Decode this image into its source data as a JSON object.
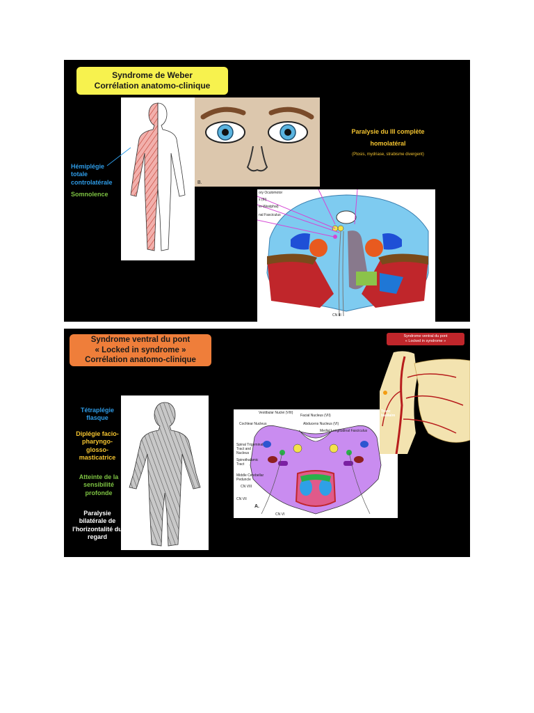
{
  "slide1": {
    "title_line1": "Syndrome  de Weber",
    "title_line2": "Corrélation anatomo-clinique",
    "hemiplegia_l1": "Hémiplégie",
    "hemiplegia_l2": "totale",
    "hemiplegia_l3": "controlatérale",
    "somnolence": "Somnolence",
    "paralysis_l1": "Paralysie du III complète",
    "paralysis_l2": "homolatéral",
    "paralysis_detail": "(Ptosis, mydriase, strabisme divergent)",
    "face_panel_label": "B.",
    "diagram_label1": "ory Oculomotor",
    "diagram_label2": "s (III)",
    "diagram_label3": "er-Westphal)",
    "diagram_label4": "nal Fasciculus",
    "diagram_label5": "CN III"
  },
  "slide2": {
    "title_line1": "Syndrome ventral du pont",
    "title_line2": "« Locked in syndrome »",
    "title_line3": "Corrélation anatomo-clinique",
    "tetraplegia_l1": "Tétraplégie",
    "tetraplegia_l2": "flasque",
    "diplegia_l1": "Diplégie facio-",
    "diplegia_l2": "pharyngo-",
    "diplegia_l3": "glosso-",
    "diplegia_l4": "masticatrice",
    "sensibility_l1": "Atteinte de la",
    "sensibility_l2": "sensibilité",
    "sensibility_l3": "profonde",
    "gaze_l1": "Paralysie",
    "gaze_l2": "bilatérale de",
    "gaze_l3": "l'horizontalité du",
    "gaze_l4": "regard",
    "inset_title_l1": "Syndrome ventral du pont",
    "inset_title_l2": "« Locked in syndrome »",
    "tronc_label_l1": "Tronc",
    "tronc_label_l2": "basilaire",
    "pons_panel_label": "A.",
    "pons_labels": [
      "Vestibular Nuclei (VIII)",
      "Facial Nucleus (VII)",
      "Cochlear Nucleus",
      "Abducens Nucleus (VI)",
      "Medial Longitudinal Fasciculus",
      "Spinal Trigeminal Tract and Nucleus",
      "Spinothalamic Tract",
      "Middle Cerebellar Peduncle",
      "CN VIII",
      "CN VII",
      "CN VI"
    ]
  },
  "colors": {
    "slide_bg": "#000000",
    "title1_bg": "#f7f24e",
    "title2_bg": "#ef7e3a",
    "blue_text": "#2e9be6",
    "green_text": "#7dc242",
    "yellow_text": "#f4c430",
    "white_text": "#ffffff"
  }
}
